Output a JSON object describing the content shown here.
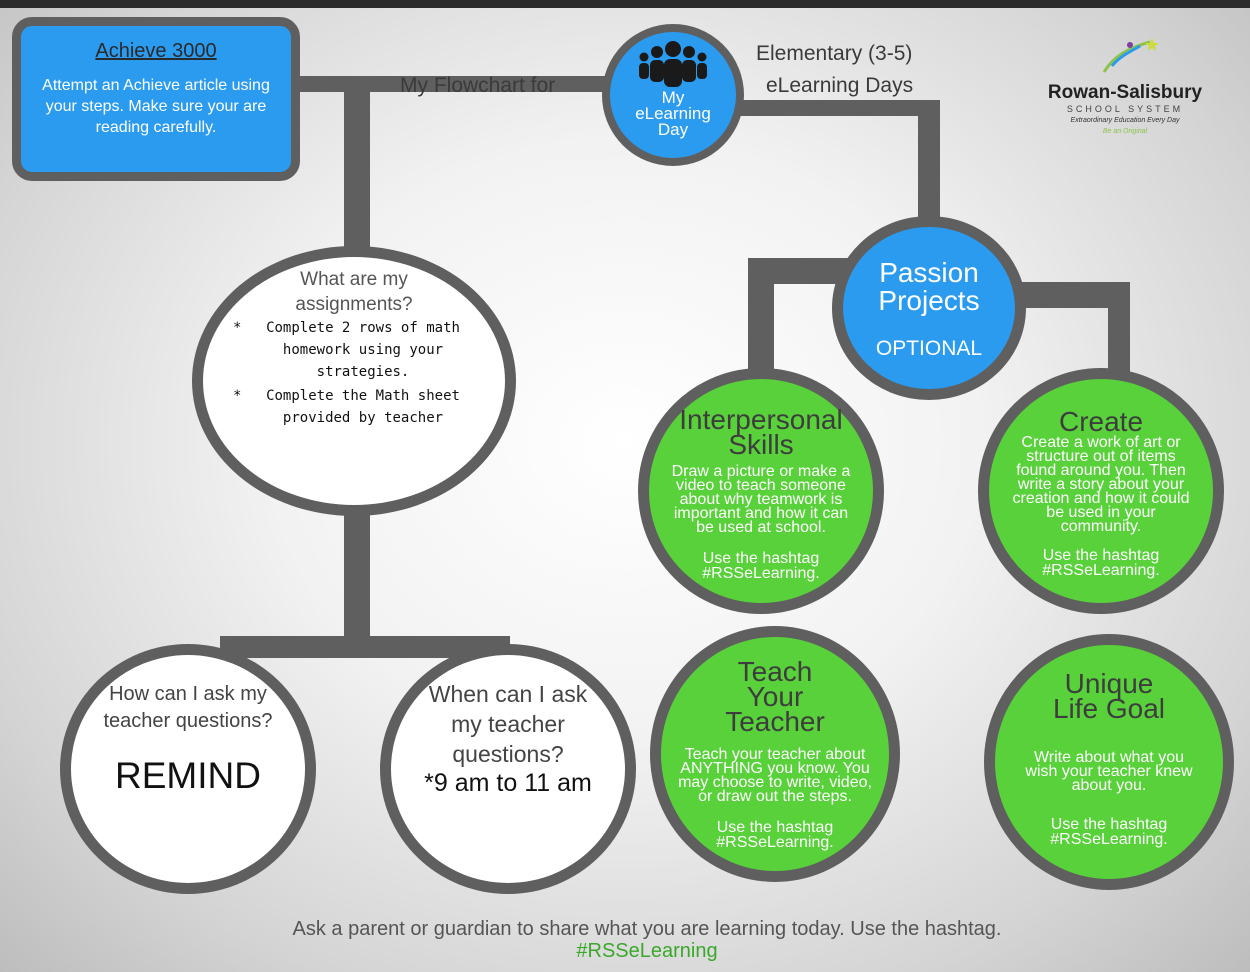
{
  "header": {
    "center_title": "My Flowchart for",
    "grade": "Elementary (3-5)",
    "elearning_days": "eLearning Days",
    "hub_label_line1": "My",
    "hub_label_line2": "eLearning",
    "hub_label_line3": "Day",
    "hub_icon": "group-people-icon"
  },
  "logo": {
    "name": "Rowan-Salisbury",
    "subtitle": "SCHOOL SYSTEM",
    "tagline": "Extraordinary Education Every Day",
    "motto": "Be an Original"
  },
  "achieve": {
    "title": "Achieve 3000",
    "body": "Attempt an Achieve article using your steps.  Make sure your are reading carefully."
  },
  "assignments": {
    "title": "What are my assignments?",
    "items": [
      "Complete 2 rows of math homework using your strategies.",
      "Complete the Math sheet provided by teacher"
    ],
    "bullet": "*"
  },
  "ask_how": {
    "question": "How can I ask my teacher questions?",
    "answer": "REMIND"
  },
  "ask_when": {
    "question": "When can I ask my teacher questions?",
    "answer": "*9 am to 11 am"
  },
  "passion": {
    "title_line1": "Passion",
    "title_line2": "Projects",
    "subtitle": "OPTIONAL"
  },
  "interpersonal": {
    "title": "Interpersonal Skills",
    "body": "Draw a picture or make a video to teach someone about why teamwork is important and how it can be used at school.",
    "hashtag": "Use the hashtag #RSSeLearning."
  },
  "create": {
    "title": "Create",
    "body": "Create a work of art or structure out of items found around you. Then write a story about your creation and how it could be used in your community.",
    "hashtag": "Use the hashtag #RSSeLearning."
  },
  "teach": {
    "title": "Teach Your Teacher",
    "body": "Teach your teacher about ANYTHING you know. You may choose to write, video, or draw out the steps.",
    "hashtag": "Use the hashtag #RSSeLearning."
  },
  "unique": {
    "title": "Unique Life Goal",
    "body": "Write about what you wish your teacher knew about you.",
    "hashtag": "Use the hashtag #RSSeLearning."
  },
  "footer": {
    "text": "Ask a parent or guardian to share what you are learning today.  Use the hashtag.",
    "hashtag": "#RSSeLearning"
  },
  "colors": {
    "green": "#58d13a",
    "blue": "#2b9bf0",
    "connector": "#5f5f5f",
    "hashtag_green": "#3aa82a"
  }
}
